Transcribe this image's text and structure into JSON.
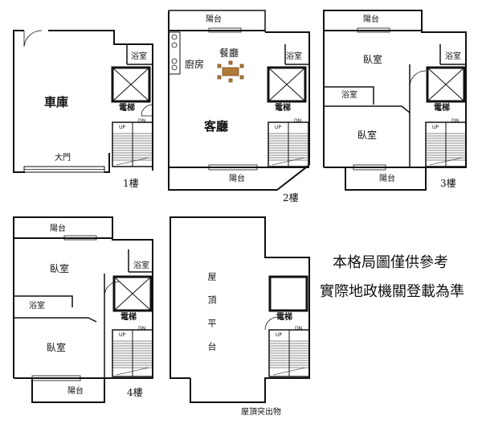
{
  "floors": [
    {
      "floor_label": "1樓",
      "rooms": {
        "garage": "車庫",
        "bathroom": "浴室",
        "elevator": "電梯",
        "main_door": "大門"
      },
      "stairs": {
        "up": "UP",
        "down": "DN"
      }
    },
    {
      "floor_label": "2樓",
      "rooms": {
        "balcony_top": "陽台",
        "dining": "餐廳",
        "kitchen": "廚房",
        "bathroom": "浴室",
        "elevator": "電梯",
        "living": "客廳",
        "balcony_bottom": "陽台"
      },
      "stairs": {
        "up": "UP",
        "down": "DN"
      }
    },
    {
      "floor_label": "3樓",
      "rooms": {
        "balcony_top": "陽台",
        "bedroom_1": "臥室",
        "bathroom_1": "浴室",
        "bathroom_2": "浴室",
        "elevator": "電梯",
        "bedroom_2": "臥室",
        "balcony_bottom": "陽台"
      },
      "stairs": {
        "up": "UP",
        "down": "DN"
      }
    },
    {
      "floor_label": "4樓",
      "rooms": {
        "balcony_top": "陽台",
        "bedroom_1": "臥室",
        "bathroom_1": "浴室",
        "elevator": "電梯",
        "bathroom_2": "浴室",
        "bedroom_2": "臥室",
        "balcony_bottom": "陽台"
      },
      "stairs": {
        "up": "UP",
        "down": "DN"
      }
    },
    {
      "floor_label": "屋頂突出物",
      "rooms": {
        "roof_terrace": "屋頂平台",
        "elevator": "電梯"
      },
      "stairs": {
        "up": "UP",
        "down": "DN"
      }
    }
  ],
  "notice": {
    "line1": "本格局圖僅供參考",
    "line2": "實際地政機關登載為準"
  }
}
